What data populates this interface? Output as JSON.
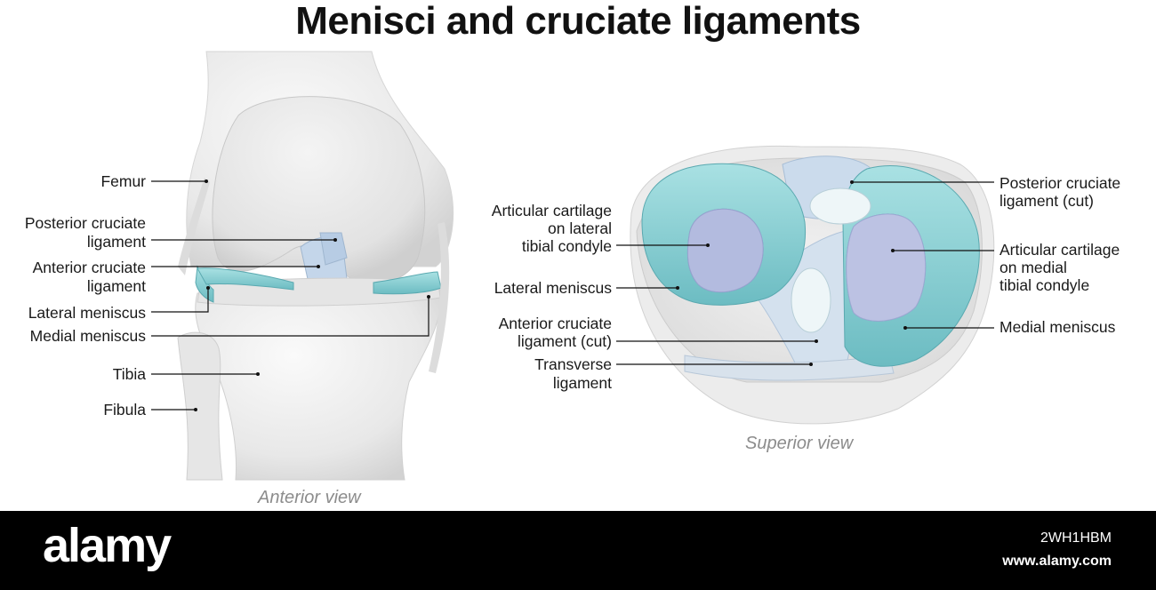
{
  "title": "Menisci and cruciate ligaments",
  "anterior": {
    "view_label": "Anterior view",
    "labels": {
      "femur": "Femur",
      "pcl_line1": "Posterior cruciate",
      "pcl_line2": "ligament",
      "acl_line1": "Anterior cruciate",
      "acl_line2": "ligament",
      "lateral_meniscus": "Lateral meniscus",
      "medial_meniscus": "Medial meniscus",
      "tibia": "Tibia",
      "fibula": "Fibula"
    }
  },
  "superior": {
    "view_label": "Superior view",
    "labels": {
      "artlat_line1": "Articular cartilage",
      "artlat_line2": "on lateral",
      "artlat_line3": "tibial condyle",
      "lateral_meniscus": "Lateral meniscus",
      "acl_cut_line1": "Anterior cruciate",
      "acl_cut_line2": "ligament (cut)",
      "transverse_line1": "Transverse",
      "transverse_line2": "ligament",
      "pcl_cut_line1": "Posterior cruciate",
      "pcl_cut_line2": "ligament (cut)",
      "artmed_line1": "Articular cartilage",
      "artmed_line2": "on medial",
      "artmed_line3": "tibial condyle",
      "medial_meniscus": "Medial meniscus"
    }
  },
  "footer": {
    "brand": "alamy",
    "image_id": "2WH1HBM",
    "site": "www.alamy.com"
  },
  "colors": {
    "meniscus": "#8fd3d6",
    "cartilage": "#b9bfe0",
    "ligament": "#c9d9ea",
    "bone": "#ececec"
  }
}
